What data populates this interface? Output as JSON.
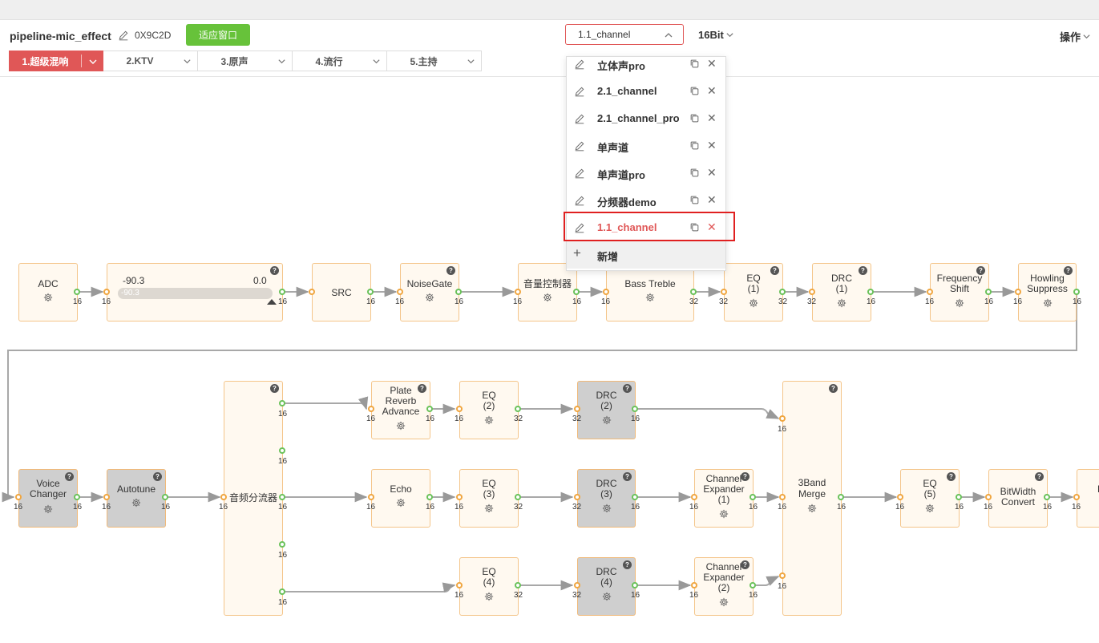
{
  "header": {
    "pipeline_name": "pipeline-mic_effect",
    "hex_id": "0X9C2D",
    "fit_window_label": "适应窗口",
    "channel_select": "1.1_channel",
    "bitwidth_select": "16Bit",
    "operations_label": "操作"
  },
  "tabs": [
    {
      "label": "1.超级混响",
      "active": true
    },
    {
      "label": "2.KTV"
    },
    {
      "label": "3.原声"
    },
    {
      "label": "4.流行"
    },
    {
      "label": "5.主持"
    }
  ],
  "dropdown": {
    "items": [
      "立体声pro",
      "2.1_channel",
      "2.1_channel_pro",
      "单声道",
      "单声道pro",
      "分频器demo",
      "1.1_channel"
    ],
    "selected_index": 6,
    "add_label": "新增"
  },
  "gain_node": {
    "left": "-90.3",
    "right": "0.0",
    "slider_value": "-90.3"
  },
  "nodes": {
    "adc": {
      "name": "ADC"
    },
    "src": {
      "name": "SRC"
    },
    "noisegate": {
      "name": "NoiseGate"
    },
    "volume": {
      "name": "音量控制器"
    },
    "bass_treble": {
      "name": "Bass Treble"
    },
    "eq1": {
      "l1": "EQ",
      "l2": "(1)"
    },
    "drc1": {
      "l1": "DRC",
      "l2": "(1)"
    },
    "freq_shift": {
      "l1": "Frequency",
      "l2": "Shift"
    },
    "howling": {
      "l1": "Howling",
      "l2": "Suppress"
    },
    "voice_changer": {
      "l1": "Voice",
      "l2": "Changer"
    },
    "autotune": {
      "name": "Autotune"
    },
    "splitter": {
      "name": "音频分流器"
    },
    "plate_reverb": {
      "l1": "Plate",
      "l2": "Reverb",
      "l3": "Advance"
    },
    "eq2": {
      "l1": "EQ",
      "l2": "(2)"
    },
    "drc2": {
      "l1": "DRC",
      "l2": "(2)"
    },
    "echo": {
      "name": "Echo"
    },
    "eq3": {
      "l1": "EQ",
      "l2": "(3)"
    },
    "drc3": {
      "l1": "DRC",
      "l2": "(3)"
    },
    "ch_exp1": {
      "l1": "Channel",
      "l2": "Expander",
      "l3": "(1)"
    },
    "eq4": {
      "l1": "EQ",
      "l2": "(4)"
    },
    "drc4": {
      "l1": "DRC",
      "l2": "(4)"
    },
    "ch_exp2": {
      "l1": "Channel",
      "l2": "Expander",
      "l3": "(2)"
    },
    "merge": {
      "l1": "3Band",
      "l2": "Merge"
    },
    "eq5": {
      "l1": "EQ",
      "l2": "(5)"
    },
    "bitwidth": {
      "l1": "BitWidth",
      "l2": "Convert"
    },
    "partial": {
      "name": "D"
    }
  },
  "pins": {
    "w16": "16",
    "w32": "32"
  },
  "help_glyph": "?",
  "colors": {
    "accent_red": "#e05757",
    "fit_green": "#67c23a",
    "node_fill": "#fff9f0",
    "node_border": "#f4c58a",
    "input_pin": "#f0a640",
    "output_pin": "#6ac25a"
  }
}
